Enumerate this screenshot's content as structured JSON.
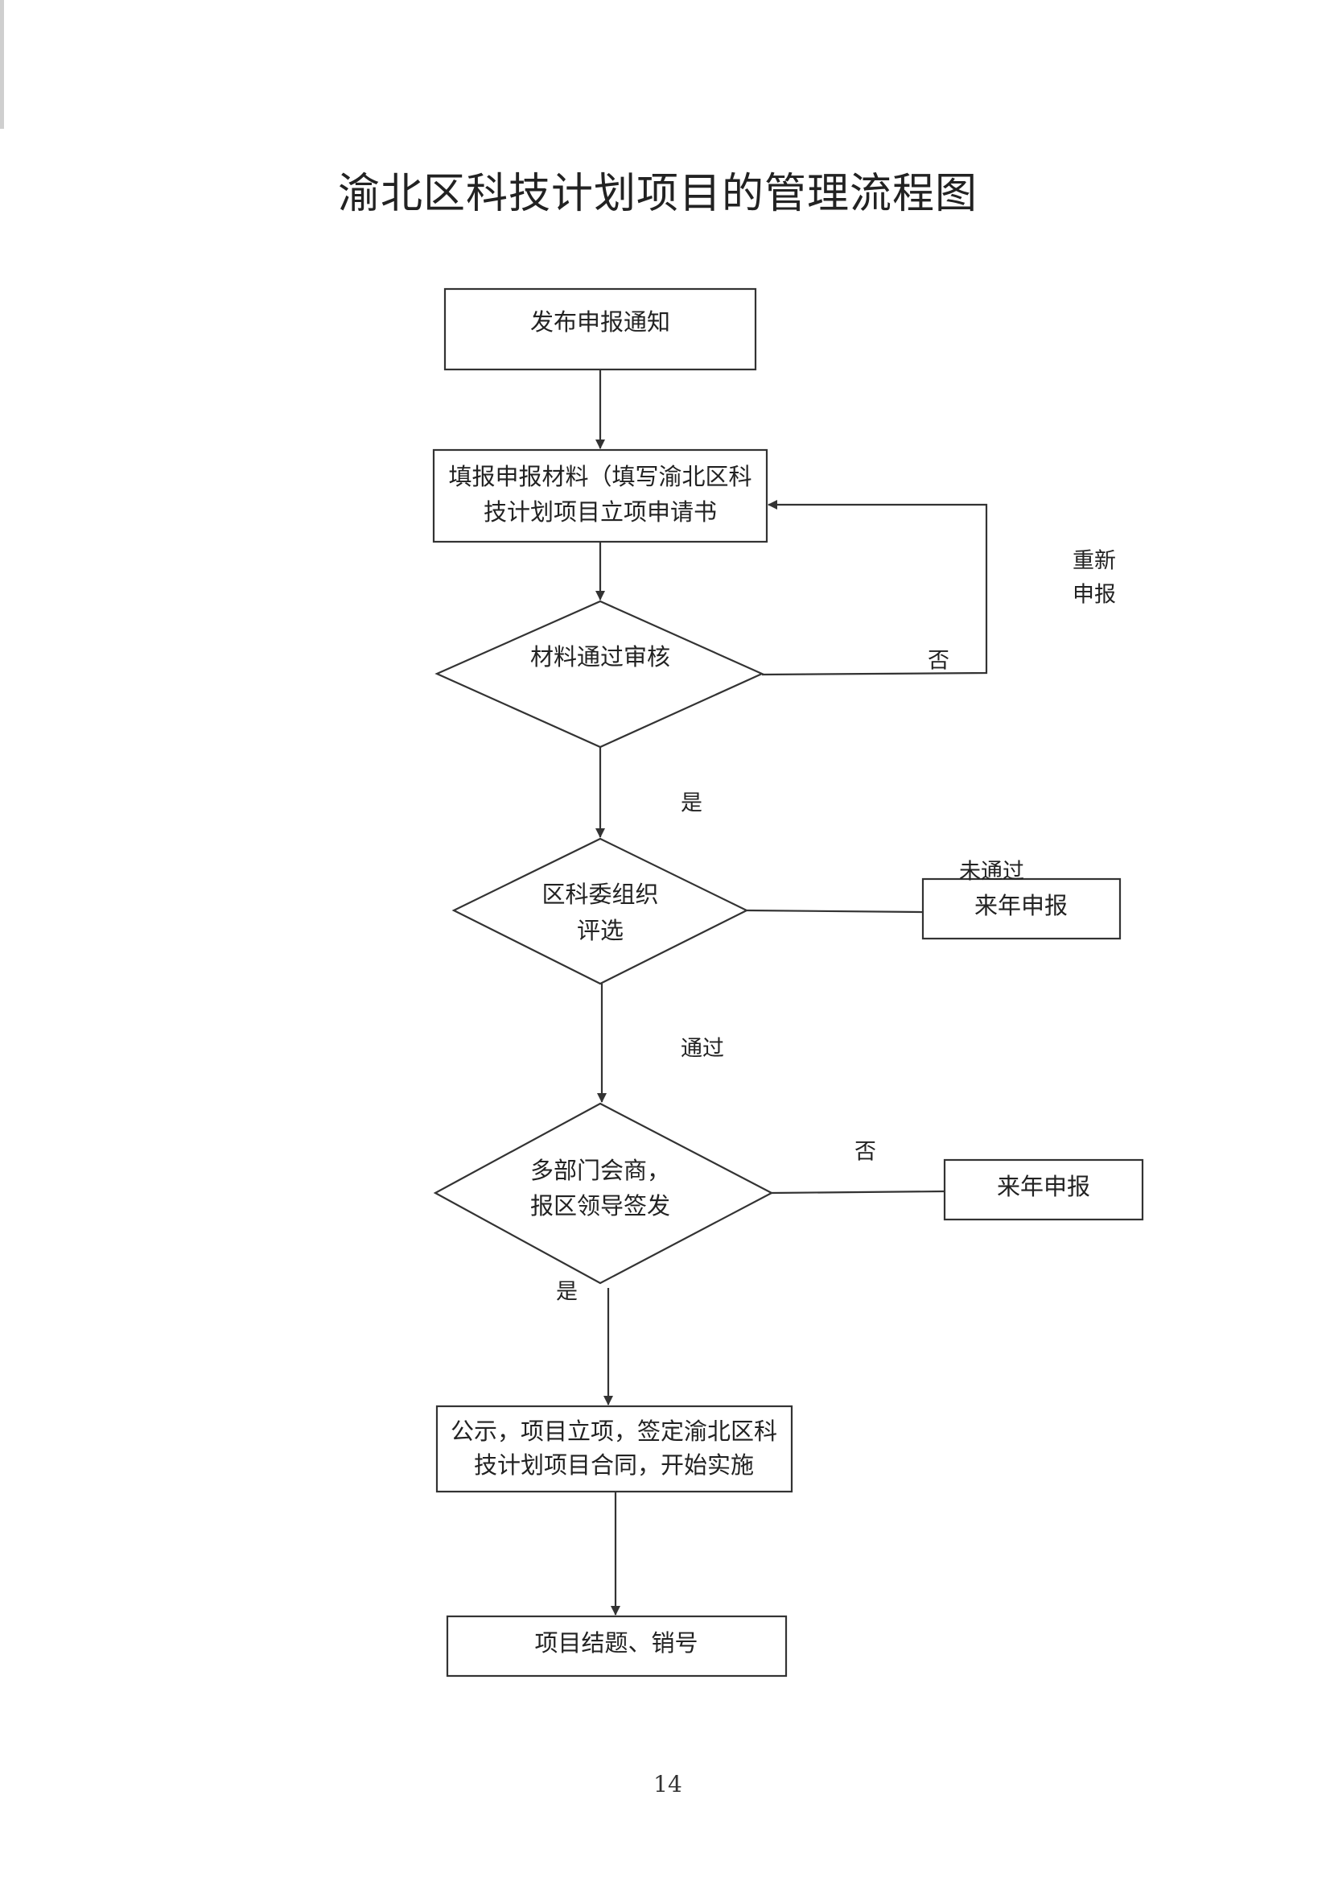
{
  "title": "渝北区科技计划项目的管理流程图",
  "page_number": "14",
  "nodes": {
    "notify": [
      "发布申报通知"
    ],
    "fill": [
      "填报申报材料（填写渝北区科",
      "技计划项目立项申请书"
    ],
    "review": [
      "材料通过审核"
    ],
    "select": [
      "区科委组织",
      "评选"
    ],
    "next_year_1": [
      "来年申报"
    ],
    "consult": [
      "多部门会商，",
      "报区领导签发"
    ],
    "next_year_2": [
      "来年申报"
    ],
    "approve": [
      "公示，项目立项，签定渝北区科",
      "技计划项目合同，开始实施"
    ],
    "close": [
      "项目结题、销号"
    ]
  },
  "labels": {
    "redo": [
      "重新",
      "申报"
    ],
    "no_review": "否",
    "yes_review": "是",
    "fail_select": "未通过",
    "pass_select": "通过",
    "no_consult": "否",
    "yes_consult": "是"
  }
}
